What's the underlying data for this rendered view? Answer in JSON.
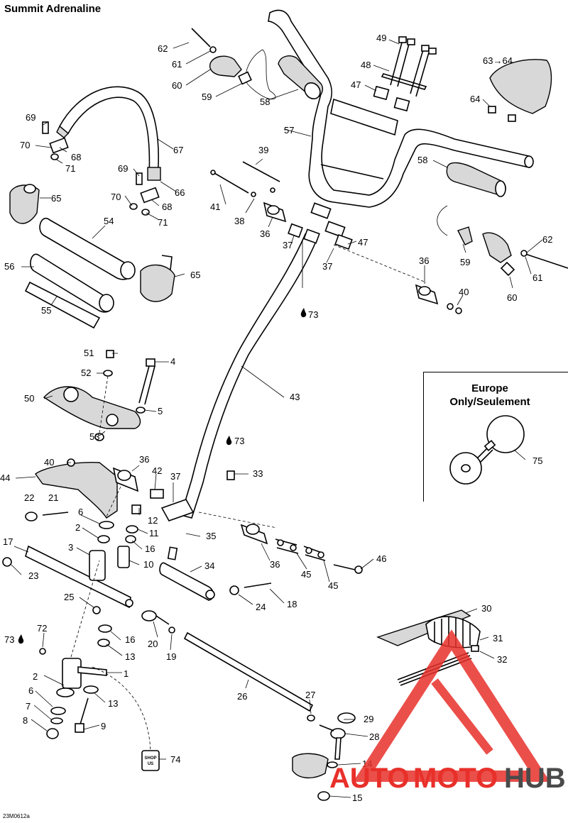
{
  "title": "Summit Adrenaline",
  "diagram_code": "23M0612a",
  "europe_note_line1": "Europe",
  "europe_note_line2": "Only/Seulement",
  "watermark": {
    "auto": "AUTO",
    "moto": "MOTO",
    "hub": "HUB"
  },
  "callout_74": "SHOP\nUS",
  "colors": {
    "watermark_red": "#e8302a",
    "watermark_gray": "#4a4a4a"
  },
  "labels": {
    "l62a": "62",
    "l61a": "61",
    "l60a": "60",
    "l59a": "59",
    "l58a": "58",
    "l49": "49",
    "l48": "48",
    "l47a": "47",
    "l6364": "63→64",
    "l64": "64",
    "l69a": "69",
    "l70a": "70",
    "l68a": "68",
    "l71a": "71",
    "l67": "67",
    "l57": "57",
    "l39": "39",
    "l69b": "69",
    "l70b": "70",
    "l68b": "68",
    "l71b": "71",
    "l66": "66",
    "l65a": "65",
    "l41": "41",
    "l38": "38",
    "l36a": "36",
    "l37a": "37",
    "l47b": "47",
    "l37b": "37",
    "l58b": "58",
    "l62b": "62",
    "l59b": "59",
    "l61b": "61",
    "l60b": "60",
    "l54": "54",
    "l56": "56",
    "l55": "55",
    "l65b": "65",
    "l36b": "36",
    "l40a": "40",
    "l73a": "73",
    "l51": "51",
    "l4": "4",
    "l52": "52",
    "l50": "50",
    "l5": "5",
    "l53": "53",
    "l43": "43",
    "l75": "75",
    "l73b": "73",
    "l40b": "40",
    "l36c": "36",
    "l44": "44",
    "l42": "42",
    "l37c": "37",
    "l33": "33",
    "l21": "21",
    "l22": "22",
    "l6a": "6",
    "l12": "12",
    "l2a": "2",
    "l11": "11",
    "l35": "35",
    "l17": "17",
    "l3": "3",
    "l16a": "16",
    "l23": "23",
    "l10": "10",
    "l36d": "36",
    "l46": "46",
    "l34": "34",
    "l45a": "45",
    "l45b": "45",
    "l25": "25",
    "l24": "24",
    "l18": "18",
    "l30": "30",
    "l16b": "16",
    "l72": "72",
    "l20": "20",
    "l19": "19",
    "l73c": "73",
    "l13a": "13",
    "l31": "31",
    "l32": "32",
    "l1": "1",
    "l2b": "2",
    "l26": "26",
    "l6b": "6",
    "l13b": "13",
    "l27": "27",
    "l29": "29",
    "l7": "7",
    "l8": "8",
    "l9": "9",
    "l28": "28",
    "l74": "74",
    "l14": "14",
    "l15": "15"
  }
}
